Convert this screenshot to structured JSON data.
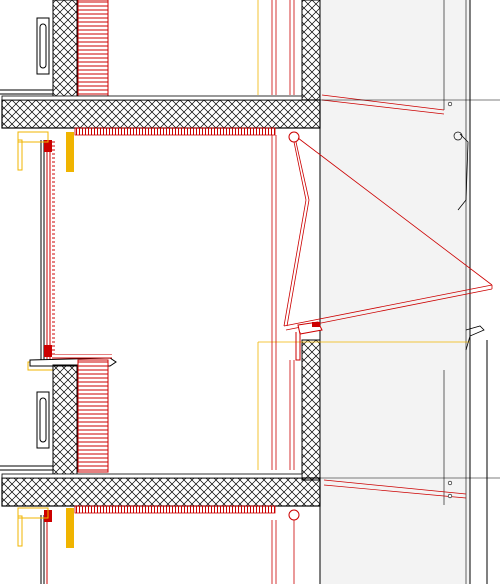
{
  "drawing": {
    "kind": "architectural facade section",
    "colors": {
      "line": "#000000",
      "section_line": "#cc0000",
      "insulation": "#cc0000",
      "glazing_accent": "#f0b400",
      "glass_fill": "#f2f2f2",
      "background": "#ffffff"
    },
    "components": [
      "floor-slab-upper",
      "floor-slab-lower",
      "parapet-wall-upper",
      "parapet-wall-lower",
      "window-frame-left",
      "louvre-blind",
      "sunshade-awning",
      "facade-glass-panel",
      "radiator-upper",
      "radiator-lower"
    ]
  }
}
